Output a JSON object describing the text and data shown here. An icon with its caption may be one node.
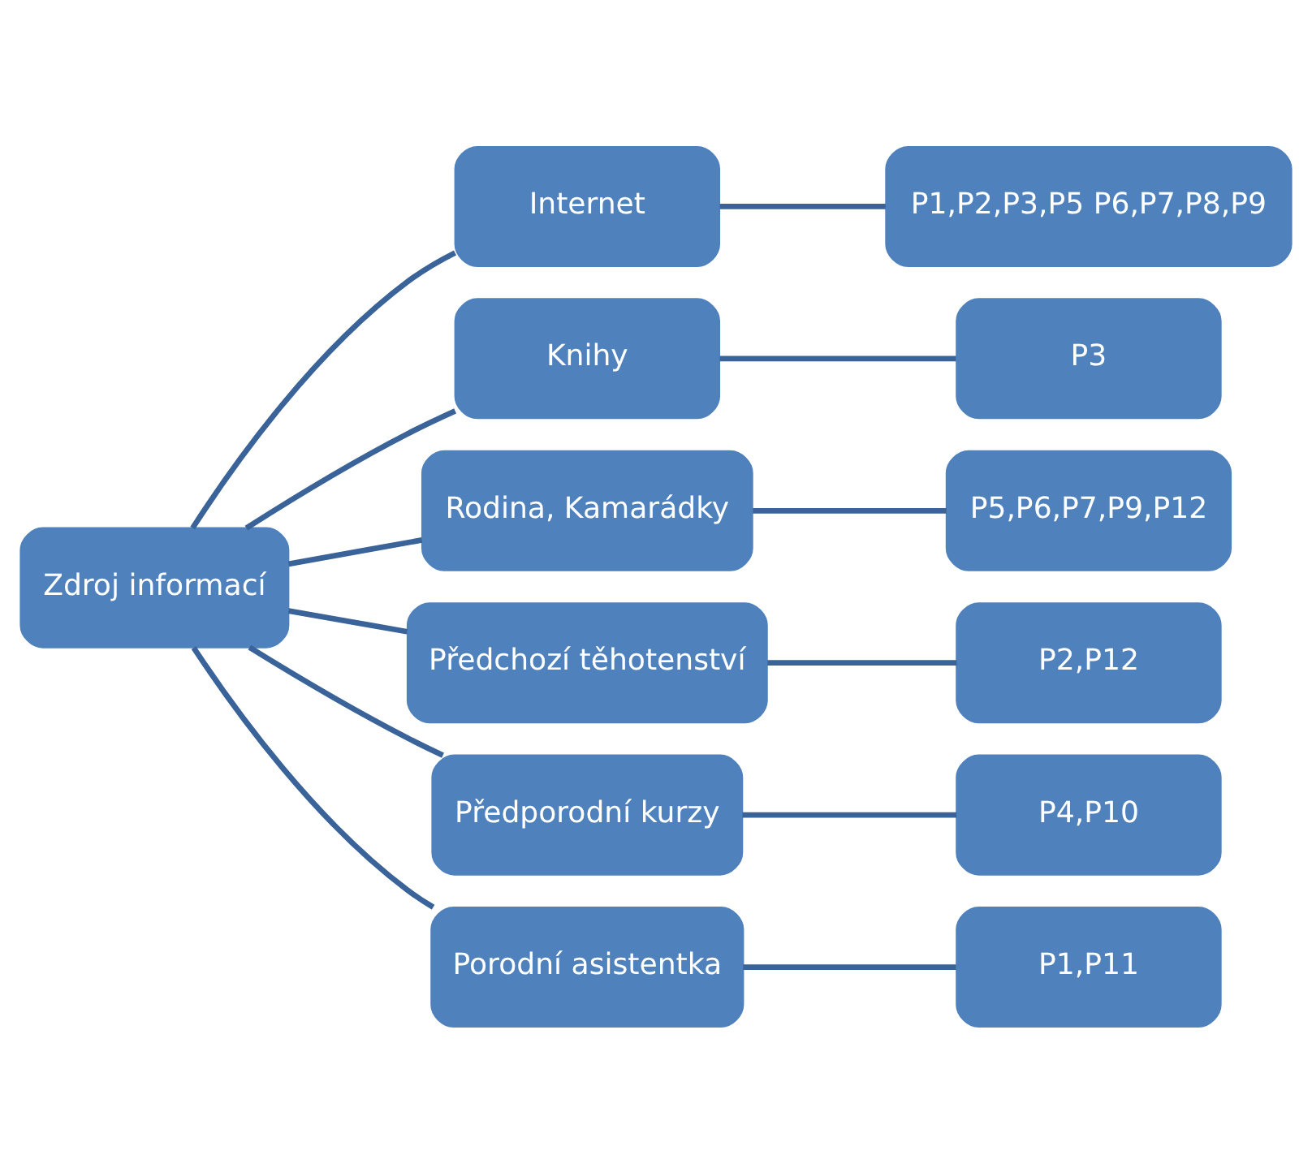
{
  "diagram": {
    "nodes": [
      {
        "text": [
          "Zdroj informací"
        ]
      },
      {
        "text": [
          "Internet"
        ]
      },
      {
        "text": [
          "Knihy"
        ]
      },
      {
        "text": [
          "Rodina, Kamarádky"
        ]
      },
      {
        "text": [
          "Předchozí těhotenství"
        ]
      },
      {
        "text": [
          "Předporodní kurzy"
        ]
      },
      {
        "text": [
          "Porodní asistentka"
        ]
      },
      {
        "text": [
          "P1,P2,P3,P5 P6,P7,P8,P9"
        ]
      },
      {
        "text": [
          "P3"
        ]
      },
      {
        "text": [
          "P5,P6,P7,P9,P12"
        ]
      },
      {
        "text": [
          "P2,P12"
        ]
      },
      {
        "text": [
          "P4,P10"
        ]
      },
      {
        "text": [
          "P1,P11"
        ]
      }
    ],
    "edges": [
      {
        "from": 0,
        "to": 1,
        "arrow": "none"
      },
      {
        "from": 0,
        "to": 2,
        "arrow": "none"
      },
      {
        "from": 0,
        "to": 3,
        "arrow": "none"
      },
      {
        "from": 0,
        "to": 4,
        "arrow": "none"
      },
      {
        "from": 0,
        "to": 5,
        "arrow": "none"
      },
      {
        "from": 0,
        "to": 6,
        "arrow": "none"
      },
      {
        "from": 1,
        "to": 7,
        "arrow": "none"
      },
      {
        "from": 2,
        "to": 8,
        "arrow": "none"
      },
      {
        "from": 3,
        "to": 9,
        "arrow": "none"
      },
      {
        "from": 4,
        "to": 10,
        "arrow": "none"
      },
      {
        "from": 5,
        "to": 11,
        "arrow": "none"
      },
      {
        "from": 6,
        "to": 12,
        "arrow": "none"
      }
    ]
  }
}
